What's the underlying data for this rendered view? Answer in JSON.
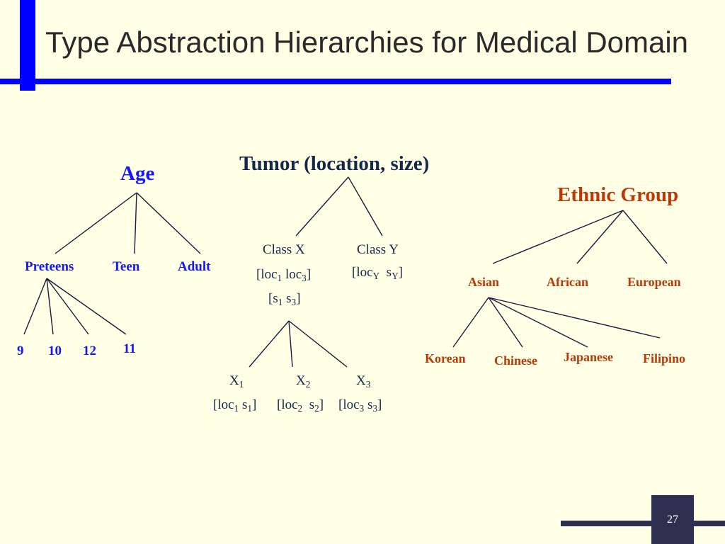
{
  "slide": {
    "title": "Type Abstraction Hierarchies for Medical Domain",
    "page_number": "27",
    "colors": {
      "accent": "#0000ff",
      "age": "#1515ff",
      "tumor": "#14284a",
      "ethnic": "#b83a0a",
      "background": "#ffffe6"
    }
  },
  "age_tree": {
    "root": "Age",
    "children": [
      "Preteens",
      "Teen",
      "Adult"
    ],
    "preteens_children": [
      "9",
      "10",
      "12",
      "11"
    ]
  },
  "tumor_tree": {
    "root": "Tumor (location, size)",
    "class_x": {
      "label": "Class X",
      "loc_open": "[loc",
      "loc_a": "1",
      "loc_b": "loc",
      "loc_b_sub": "3",
      "close": "]",
      "s_open": "[s",
      "s_a": "1",
      "s_b": "s",
      "s_b_sub": "3"
    },
    "class_y": {
      "label": "Class Y",
      "loc_open": "[loc",
      "loc_sub": "Y",
      "s": "s",
      "s_sub": "Y",
      "close": "]"
    },
    "leaves": [
      {
        "name": "X",
        "sub": "1",
        "loc": "[loc",
        "loc_sub": "1",
        "s": "s",
        "s_sub": "1",
        "close": "]"
      },
      {
        "name": "X",
        "sub": "2",
        "loc": "[loc",
        "loc_sub": "2",
        "s": "s",
        "s_sub": "2",
        "close": "]"
      },
      {
        "name": "X",
        "sub": "3",
        "loc": "[loc",
        "loc_sub": "3",
        "s": "s",
        "s_sub": "3",
        "close": "]"
      }
    ]
  },
  "ethnic_tree": {
    "root": "Ethnic Group",
    "children": [
      "Asian",
      "African",
      "European"
    ],
    "asian_children": [
      "Korean",
      "Chinese",
      "Japanese",
      "Filipino"
    ]
  }
}
